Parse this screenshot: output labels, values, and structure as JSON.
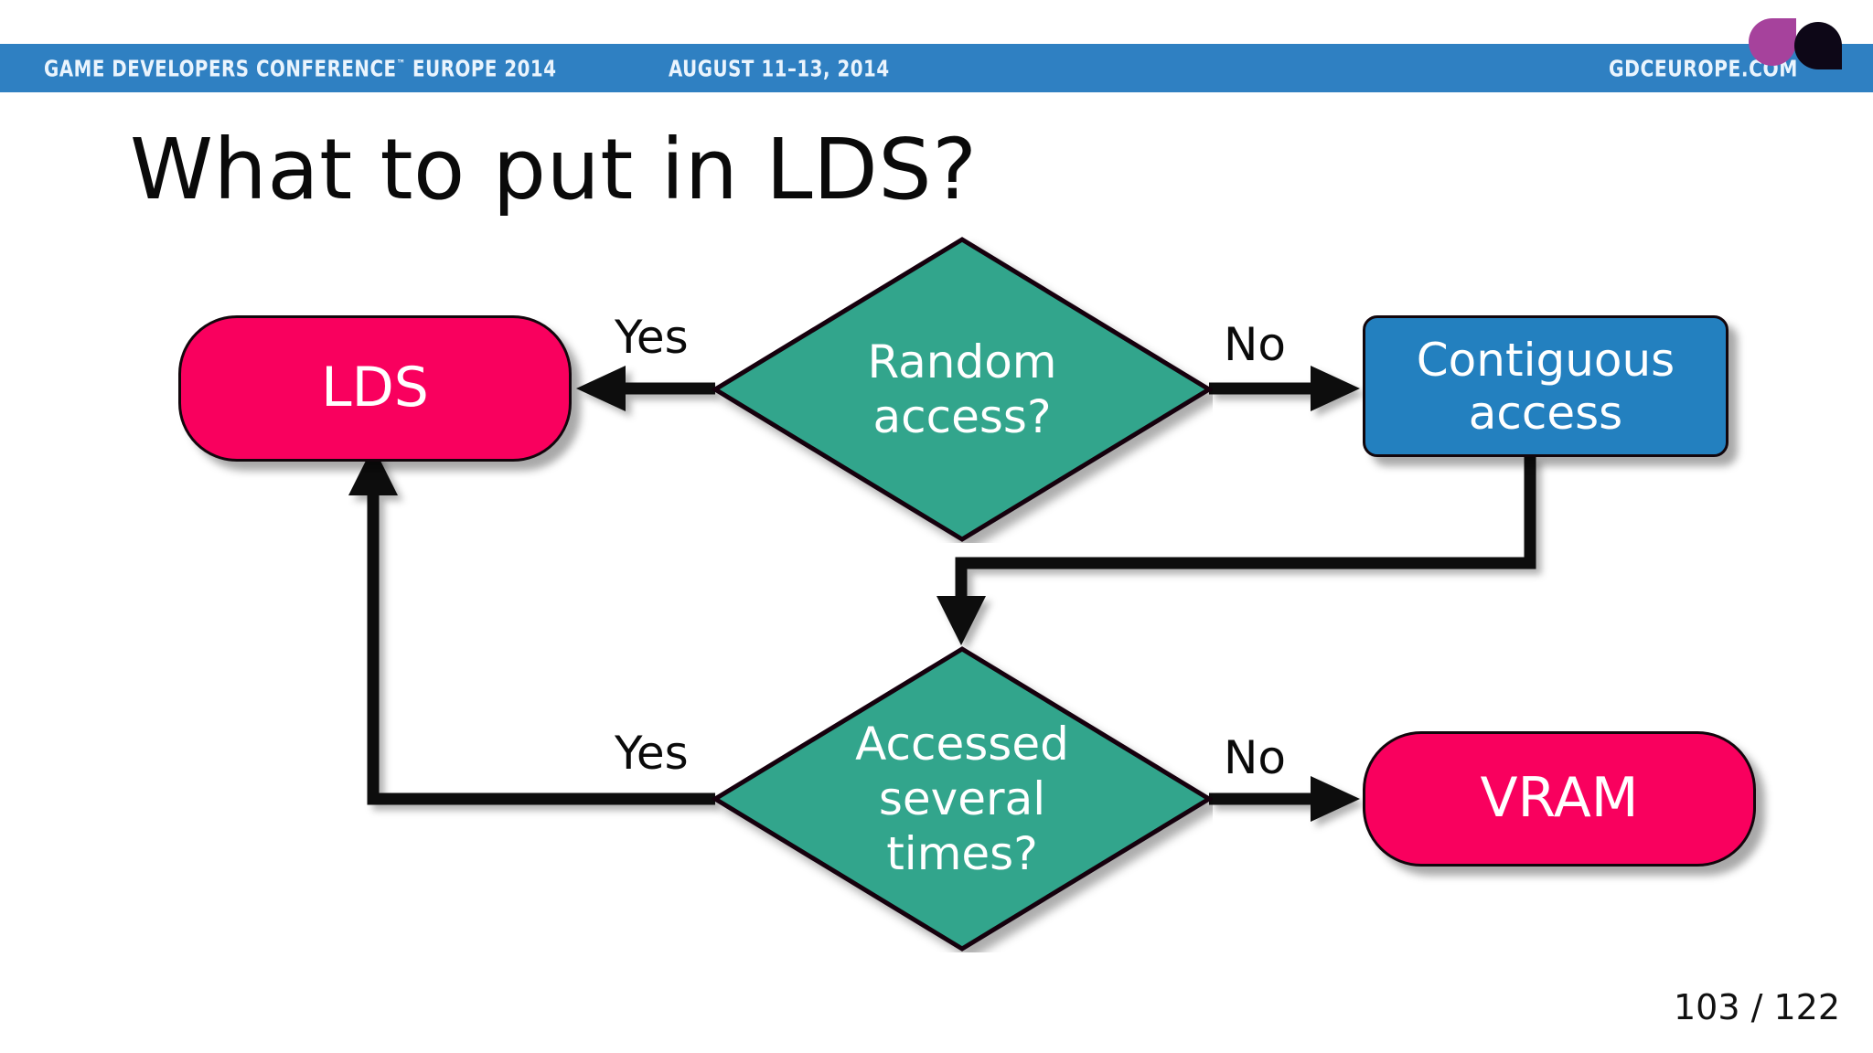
{
  "header": {
    "conference": "GAME DEVELOPERS CONFERENCE",
    "trademark": "™",
    "region_year": " EUROPE 2014",
    "dates": "AUGUST 11–13, 2014",
    "website": "GDCEUROPE.COM",
    "band_color": "#2f80c2",
    "text_color": "#eaf4fd",
    "logo": {
      "purple_color": "#a6429c",
      "black_color": "#0d0717"
    }
  },
  "slide": {
    "title": "What to put in LDS?",
    "page_indicator": "103 / 122",
    "background_color": "#ffffff"
  },
  "flow": {
    "nodes": [
      {
        "id": "lds",
        "label": "LDS",
        "shape": "pill",
        "fill": "#f9005e",
        "text_color": "#ffffff"
      },
      {
        "id": "random-access",
        "label": "Random\naccess?",
        "shape": "diamond",
        "fill": "#33a58c",
        "text_color": "#ffffff"
      },
      {
        "id": "contiguous-access",
        "label": "Contiguous\naccess",
        "shape": "rounded-rect",
        "fill": "#2380bf",
        "text_color": "#ffffff"
      },
      {
        "id": "accessed-several-times",
        "label": "Accessed\nseveral\ntimes?",
        "shape": "diamond",
        "fill": "#33a58c",
        "text_color": "#ffffff"
      },
      {
        "id": "vram",
        "label": "VRAM",
        "shape": "pill",
        "fill": "#f9005e",
        "text_color": "#ffffff"
      }
    ],
    "edges": [
      {
        "id": "random-yes",
        "label": "Yes",
        "from": "random-access",
        "to": "lds"
      },
      {
        "id": "random-no",
        "label": "No",
        "from": "random-access",
        "to": "contiguous-access"
      },
      {
        "id": "contiguous-to-accessed",
        "label": "",
        "from": "contiguous-access",
        "to": "accessed-several-times"
      },
      {
        "id": "accessed-yes",
        "label": "Yes",
        "from": "accessed-several-times",
        "to": "lds"
      },
      {
        "id": "accessed-no",
        "label": "No",
        "from": "accessed-several-times",
        "to": "vram"
      }
    ],
    "edge_color": "#0a0a0a"
  }
}
